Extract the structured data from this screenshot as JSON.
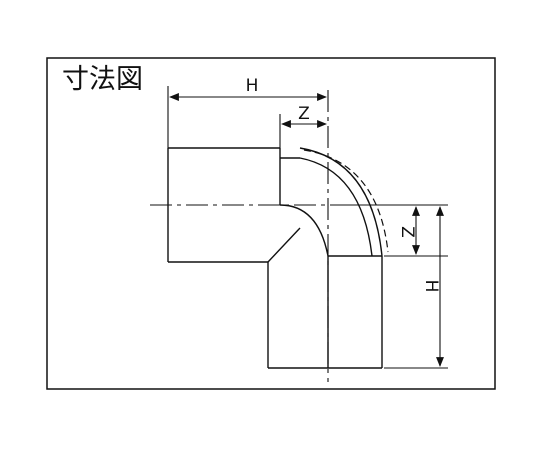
{
  "diagram": {
    "title": "寸法図",
    "labels": {
      "top_h": "H",
      "top_z": "Z",
      "right_z": "Z",
      "right_h": "H"
    }
  }
}
